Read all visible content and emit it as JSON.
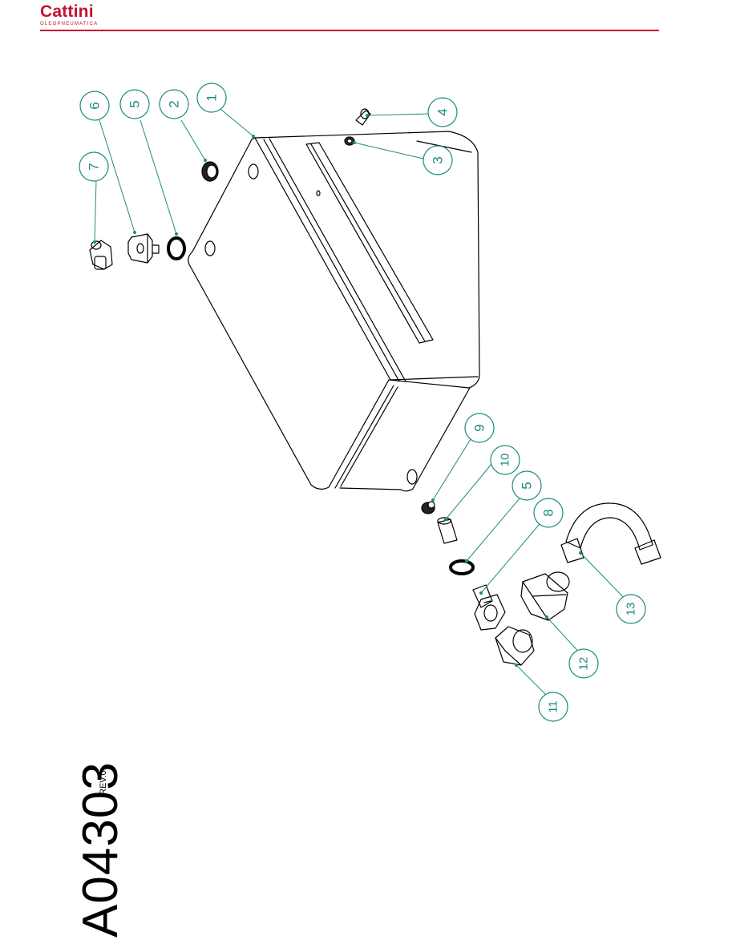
{
  "header": {
    "brand_name": "Cattini",
    "brand_subtitle": "OLEOPNEUMATICA",
    "accent_color": "#c4122f"
  },
  "drawing": {
    "callout_color": "#1e8b80",
    "callouts": [
      "1",
      "2",
      "3",
      "4",
      "5",
      "6",
      "7",
      "9",
      "10",
      "5",
      "8",
      "13",
      "12",
      "11"
    ]
  },
  "footer": {
    "code": "A04303",
    "revision": "REV.0"
  }
}
